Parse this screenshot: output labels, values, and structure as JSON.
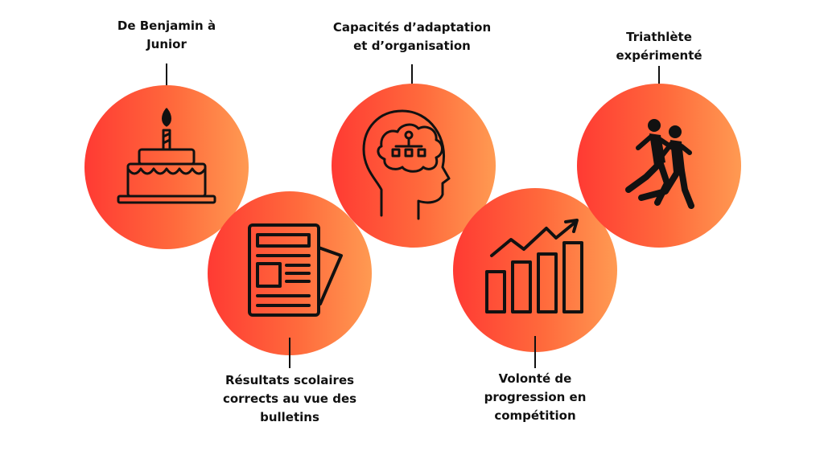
{
  "items": [
    {
      "label_lines": [
        "De Benjamin à",
        "Junior"
      ],
      "icon": "birthday-cake-icon"
    },
    {
      "label_lines": [
        "Résultats scolaires",
        "corrects au vue des",
        "bulletins"
      ],
      "icon": "newspaper-icon"
    },
    {
      "label_lines": [
        "Capacités d’adaptation",
        "et d’organisation"
      ],
      "icon": "brain-head-icon"
    },
    {
      "label_lines": [
        "Volonté de",
        "progression en",
        "compétition"
      ],
      "icon": "bar-chart-growth-icon"
    },
    {
      "label_lines": [
        "Triathlète",
        "expérimenté"
      ],
      "icon": "runners-icon"
    }
  ],
  "colors": {
    "circle_start": "#ff3a33",
    "circle_end": "#ff9a52",
    "ink": "#111111"
  }
}
